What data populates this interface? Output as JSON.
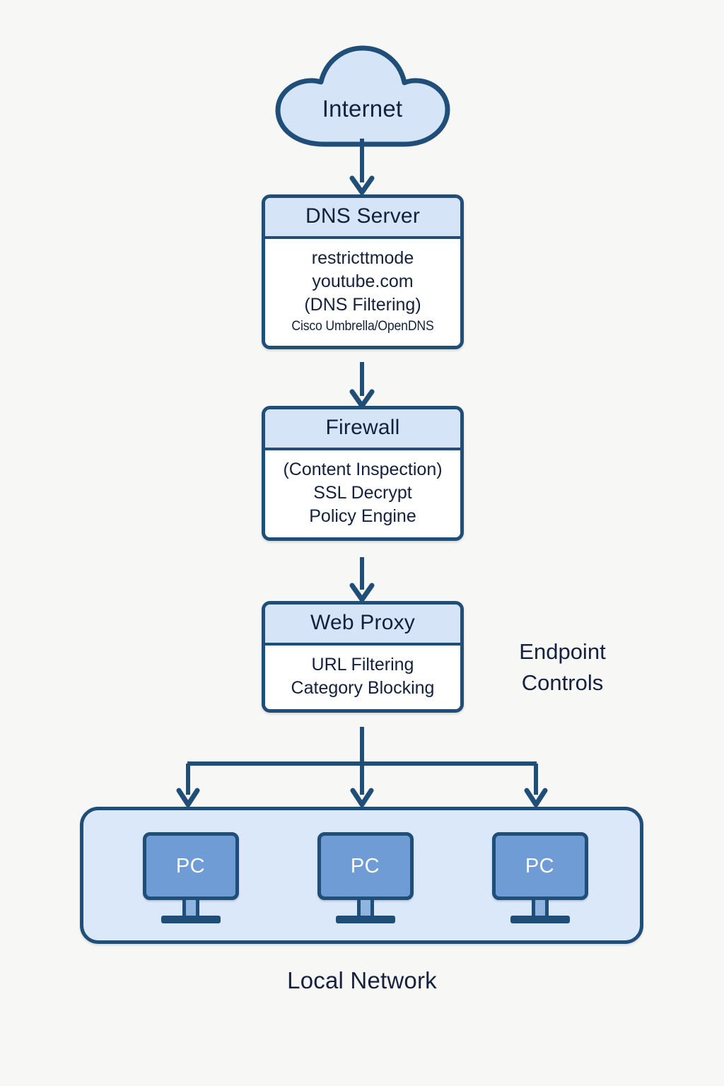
{
  "diagram": {
    "background_color": "#f7f7f5",
    "accent_border": "#1f4e79",
    "header_fill": "#d6e4f7",
    "container_fill": "#dbe8f9",
    "pc_fill": "#6f9cd4",
    "text_color": "#16213e"
  },
  "cloud": {
    "label": "Internet"
  },
  "nodes": [
    {
      "id": "dns-server",
      "title": "DNS Server",
      "lines": [
        "restricttmode",
        "youtube.com",
        "(DNS Filtering)"
      ],
      "small_line": "Cisco Umbrella/OpenDNS"
    },
    {
      "id": "firewall",
      "title": "Firewall",
      "lines": [
        "(Content Inspection)",
        "SSL Decrypt",
        "Policy Engine"
      ],
      "small_line": ""
    },
    {
      "id": "web-proxy",
      "title": "Web Proxy",
      "lines": [
        "URL Filtering",
        "Category Blocking"
      ],
      "small_line": ""
    }
  ],
  "endpoint_controls": {
    "line1": "Endpoint",
    "line2": "Controls"
  },
  "local_network": {
    "label": "Local Network",
    "clients": [
      {
        "label": "PC"
      },
      {
        "label": "PC"
      },
      {
        "label": "PC"
      }
    ]
  },
  "connectors": {
    "internet_to_dns": "arrow-down",
    "dns_to_firewall": "arrow-down",
    "firewall_to_proxy": "arrow-down",
    "proxy_to_clients": "arrow-branch-three"
  }
}
